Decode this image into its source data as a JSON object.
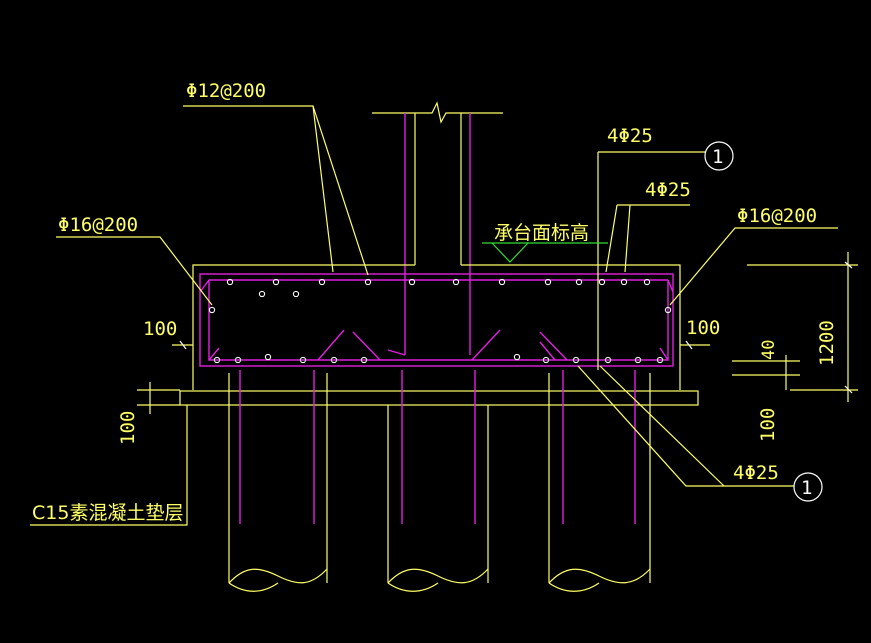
{
  "labels": {
    "top_rebar": "Φ12@200",
    "left_side_rebar": "Φ16@200",
    "right_side_rebar": "Φ16@200",
    "top_main_bars": "4Φ25",
    "top_main_bars_2": "4Φ25",
    "bottom_main_bars": "4Φ25",
    "elevation": "承台面标高",
    "cushion": "C15素混凝土垫层",
    "callout_top": "1",
    "callout_bottom": "1"
  },
  "dimensions": {
    "left_cover": "100",
    "right_cover": "100",
    "cushion_thickness": "100",
    "pile_embed": "100",
    "bar_offset": "40",
    "cap_height": "1200"
  },
  "colors": {
    "background": "#000000",
    "outline": "#ffff66",
    "rebar": "#e020e0",
    "bars": "#ffffff",
    "elevation_mark": "#33dd33"
  }
}
